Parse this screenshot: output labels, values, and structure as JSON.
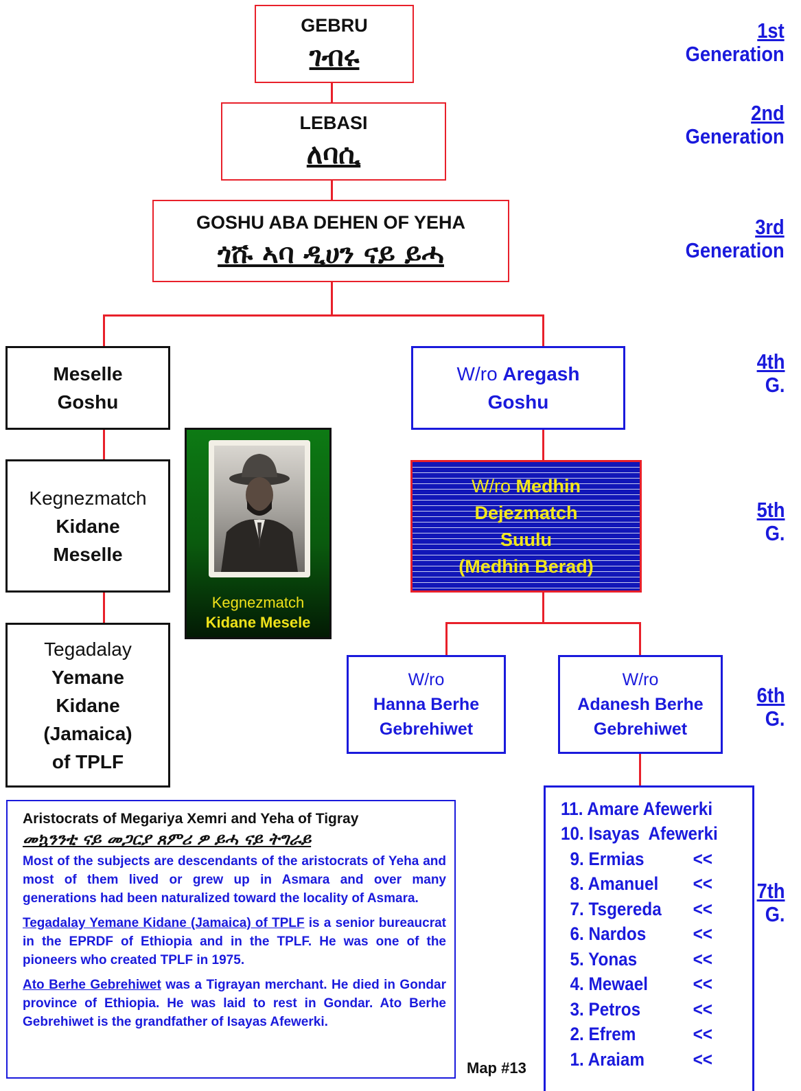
{
  "generations": [
    {
      "num": "1st",
      "label": "Generation"
    },
    {
      "num": "2nd",
      "label": "Generation"
    },
    {
      "num": "3rd",
      "label": "Generation"
    },
    {
      "num": "4th",
      "label": "G."
    },
    {
      "num": "5th",
      "label": "G."
    },
    {
      "num": "6th",
      "label": "G."
    },
    {
      "num": "7th",
      "label": "G."
    }
  ],
  "gebru": {
    "en": "GEBRU",
    "eth": "ገብሩ"
  },
  "lebasi": {
    "en": "LEBASI",
    "eth": "ለባሲ"
  },
  "goshu": {
    "en": "GOSHU ABA DEHEN OF YEHA",
    "eth": "ጎሹ ኣባ ዲሀን ናይ ይሓ"
  },
  "meselle": {
    "line1": "Meselle",
    "line2": "Goshu"
  },
  "aregash": {
    "prefix": "W/ro",
    "name": "Aregash",
    "line2": "Goshu"
  },
  "kidane": {
    "title": "Kegnezmatch",
    "line2": "Kidane",
    "line3": "Meselle"
  },
  "photo": {
    "caption1": "Kegnezmatch",
    "caption2": "Kidane Mesele"
  },
  "medhin": {
    "prefix": "W/ro",
    "name": "Medhin",
    "line2": "Dejezmatch",
    "line3": "Suulu",
    "line4": "(Medhin Berad)"
  },
  "yemane": {
    "title": "Tegadalay",
    "line2": "Yemane",
    "line3": "Kidane",
    "line4": "(Jamaica)",
    "line5": "of TPLF"
  },
  "hanna": {
    "prefix": "W/ro",
    "line2": "Hanna Berhe",
    "line3": "Gebrehiwet"
  },
  "adanesh": {
    "prefix": "W/ro",
    "line2": "Adanesh Berhe",
    "line3": "Gebrehiwet"
  },
  "legend": {
    "title": "Aristocrats of Megariya Xemri and Yeha of Tigray",
    "eth": "መኳንንቲ ናይ መጋርያ ጸምሪ ዎ ይሓ ናይ ትግራይ",
    "p1": "Most of the subjects are descendants of the aristocrats of Yeha and most of them lived or grew up in Asmara and over many generations had been naturalized toward the locality of Asmara.",
    "p2_link": "Tegadalay Yemane Kidane (Jamaica) of TPLF",
    "p2_rest": " is a senior bureaucrat in the EPRDF of Ethiopia and in the TPLF.  He was one of the pioneers who created TPLF in 1975.",
    "p3_link": "Ato Berhe Gebrehiwet",
    "p3_rest": " was a Tigrayan merchant.  He died in Gondar province of Ethiopia.  He was laid to rest in Gondar. Ato Berhe Gebrehiwet is the grandfather of Isayas Afewerki."
  },
  "children": [
    {
      "name": "11. Amare Afewerki",
      "mark": ""
    },
    {
      "name": "10. Isayas  Afewerki",
      "mark": ""
    },
    {
      "name": "  9. Ermias",
      "mark": "<<"
    },
    {
      "name": "  8. Amanuel",
      "mark": "<<"
    },
    {
      "name": "  7. Tsgereda",
      "mark": "<<"
    },
    {
      "name": "  6. Nardos",
      "mark": "<<"
    },
    {
      "name": "  5. Yonas",
      "mark": "<<"
    },
    {
      "name": "  4. Mewael",
      "mark": "<<"
    },
    {
      "name": "  3. Petros",
      "mark": "<<"
    },
    {
      "name": "  2. Efrem",
      "mark": "<<"
    },
    {
      "name": "  1. Araiam",
      "mark": "<<"
    }
  ],
  "map_label": "Map #13"
}
